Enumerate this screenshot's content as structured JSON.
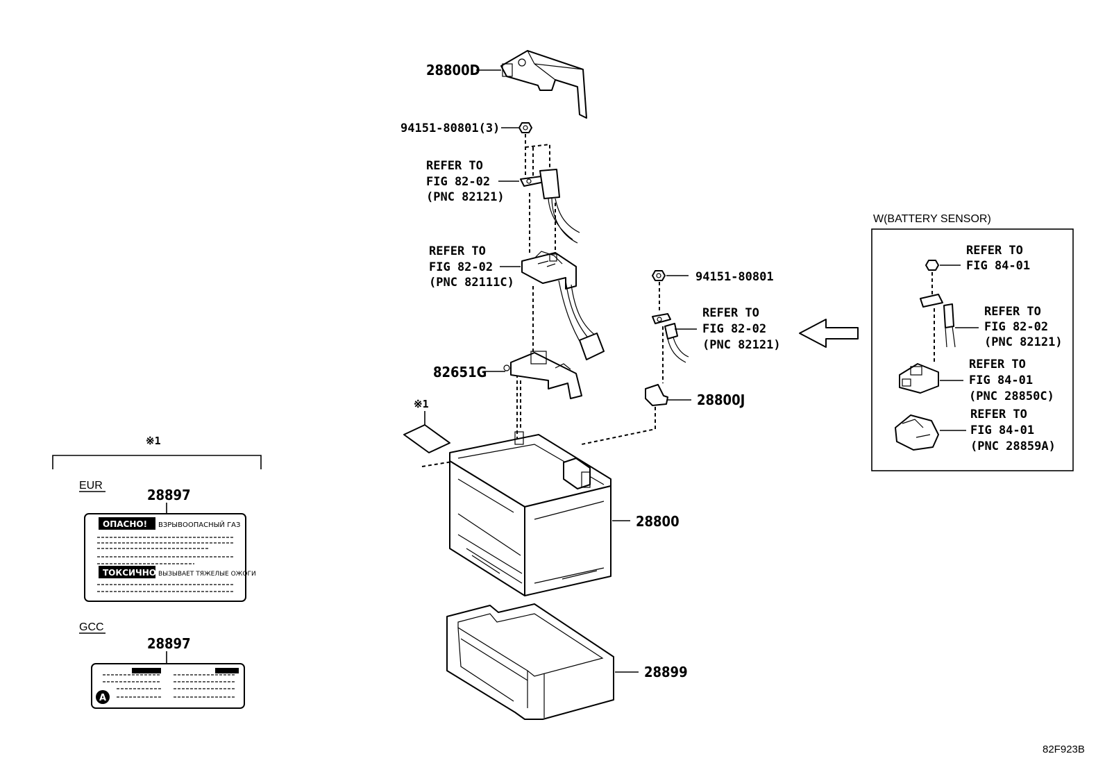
{
  "labels": {
    "cover": "28800D",
    "nut_top": "94151-80801(3)",
    "refer1": [
      "REFER TO",
      "FIG 82-02",
      "(PNC 82121)"
    ],
    "refer2": [
      "REFER TO",
      "FIG 82-02",
      "(PNC 82111C)"
    ],
    "nut_right": "94151-80801",
    "refer3": [
      "REFER TO",
      "FIG 82-02",
      "(PNC 82121)"
    ],
    "bracket": "82651G",
    "clamp": "28800J",
    "note_mark": "※1",
    "battery": "28800",
    "tray": "28899",
    "figure_code": "82F923B"
  },
  "inset": {
    "title": "W(BATTERY SENSOR)",
    "refer_a": [
      "REFER TO",
      "FIG 84-01"
    ],
    "refer_b": [
      "REFER TO",
      "FIG 82-02",
      "(PNC 82121)"
    ],
    "refer_c": [
      "REFER TO",
      "FIG 84-01",
      "(PNC 28850C)"
    ],
    "refer_d": [
      "REFER TO",
      "FIG 84-01",
      "(PNC 28859A)"
    ]
  },
  "legend": {
    "mark": "※1",
    "eur": {
      "region": "EUR",
      "part": "28897",
      "warn1": "ОПАСНО!",
      "warn1_text": "ВЗРЫВООПАСНЫЙ ГАЗ",
      "warn2": "ТОКСИЧНО",
      "warn2_text": "ВЫЗЫВАЕТ ТЯЖЕЛЫЕ ОЖОГИ"
    },
    "gcc": {
      "region": "GCC",
      "part": "28897",
      "circle": "A"
    }
  }
}
